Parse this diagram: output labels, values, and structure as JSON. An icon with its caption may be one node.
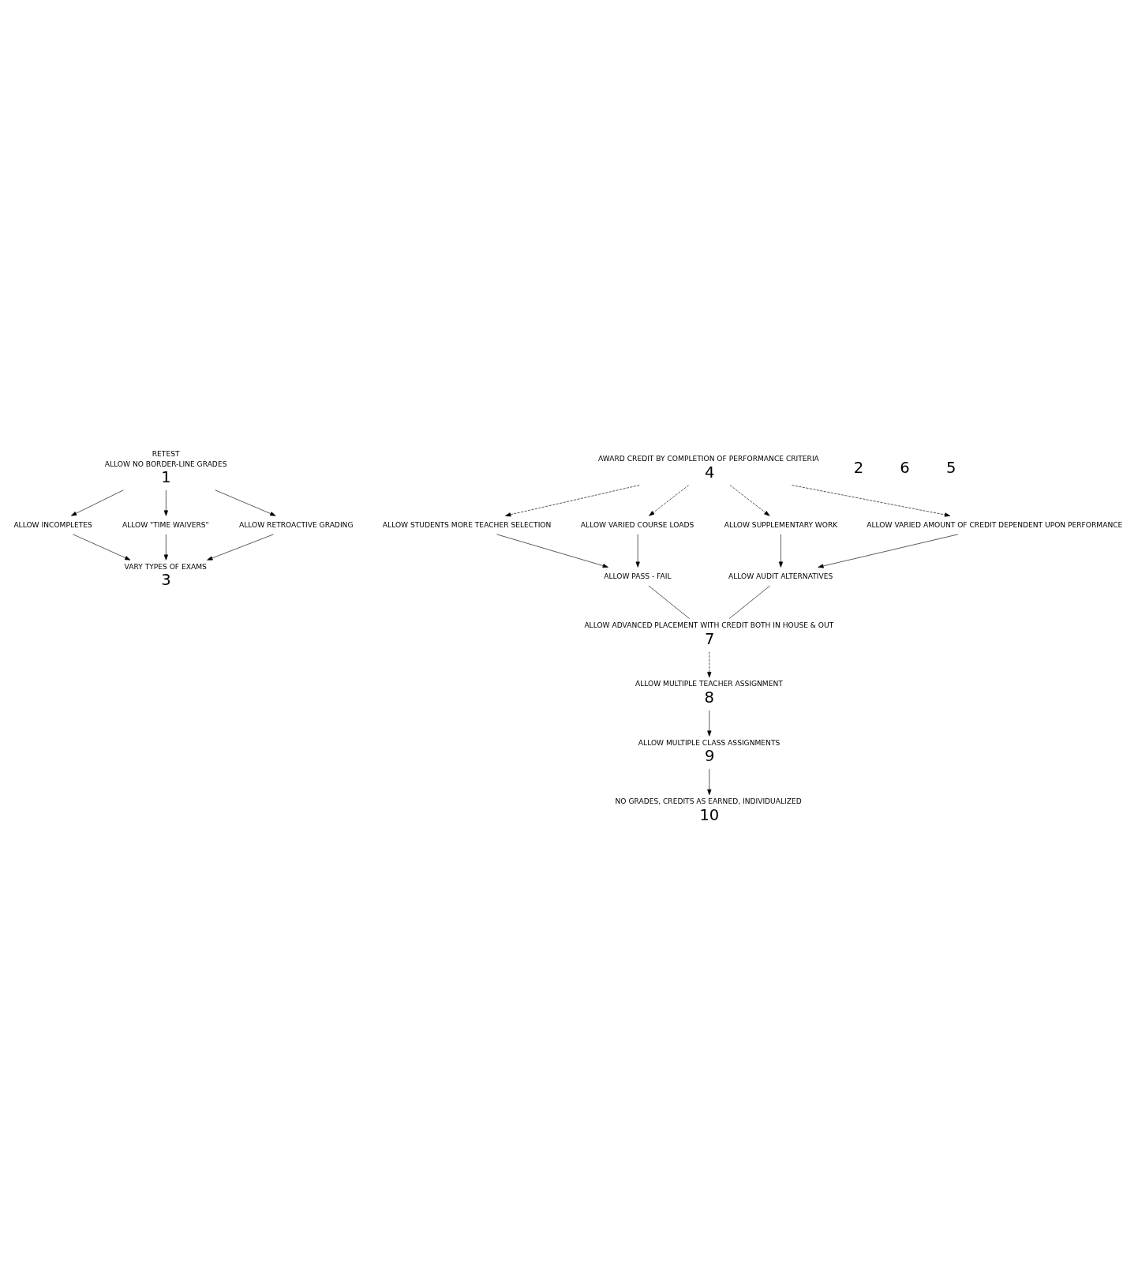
{
  "diagram": {
    "nodes": [
      {
        "text": [
          "RETEST",
          "ALLOW NO BORDER-LINE GRADES"
        ],
        "beside": [
          "1"
        ]
      },
      {
        "text": [
          "ALLOW INCOMPLETES"
        ]
      },
      {
        "text": [
          "ALLOW \"TIME WAIVERS\""
        ]
      },
      {
        "text": [
          "ALLOW RETROACTIVE GRADING"
        ]
      },
      {
        "text": [
          "VARY TYPES OF EXAMS"
        ],
        "beside": [
          "3"
        ]
      },
      {
        "text": [
          "AWARD CREDIT BY COMPLETION OF PERFORMANCE CRITERIA"
        ],
        "beside": [
          "4"
        ]
      },
      {
        "text": [
          "ALLOW STUDENTS MORE TEACHER SELECTION"
        ]
      },
      {
        "text": [
          "ALLOW VARIED COURSE LOADS"
        ]
      },
      {
        "text": [
          "ALLOW SUPPLEMENTARY WORK"
        ]
      },
      {
        "text": [
          "ALLOW VARIED AMOUNT OF CREDIT DEPENDENT UPON PERFORMANCE"
        ]
      },
      {
        "text": [
          "ALLOW PASS - FAIL"
        ]
      },
      {
        "text": [
          "ALLOW AUDIT ALTERNATIVES"
        ]
      },
      {
        "text": [
          "ALLOW ADVANCED PLACEMENT WITH CREDIT BOTH IN HOUSE & OUT"
        ],
        "beside": [
          "7"
        ]
      },
      {
        "text": [
          "ALLOW MULTIPLE TEACHER ASSIGNMENT"
        ],
        "beside": [
          "8"
        ]
      },
      {
        "text": [
          "ALLOW MULTIPLE CLASS ASSIGNMENTS"
        ],
        "beside": [
          "9"
        ]
      },
      {
        "text": [
          "NO GRADES, CREDITS AS EARNED, INDIVIDUALIZED"
        ],
        "beside": [
          "10"
        ]
      }
    ],
    "edges": [
      {
        "from": 0,
        "to": 1,
        "arrow": "to"
      },
      {
        "from": 0,
        "to": 2,
        "arrow": "to"
      },
      {
        "from": 0,
        "to": 3,
        "arrow": "to"
      },
      {
        "from": 1,
        "to": 4,
        "arrow": "to"
      },
      {
        "from": 2,
        "to": 4,
        "arrow": "to"
      },
      {
        "from": 3,
        "to": 4,
        "arrow": "to"
      },
      {
        "from": 5,
        "to": 6,
        "arrow": "to",
        "style": "dashed"
      },
      {
        "from": 5,
        "to": 7,
        "arrow": "to",
        "style": "dashed"
      },
      {
        "from": 5,
        "to": 8,
        "arrow": "to",
        "style": "dashed"
      },
      {
        "from": 5,
        "to": 9,
        "arrow": "to",
        "style": "dashed"
      },
      {
        "from": 6,
        "to": 10,
        "arrow": "to"
      },
      {
        "from": 7,
        "to": 10,
        "arrow": "to"
      },
      {
        "from": 8,
        "to": 11,
        "arrow": "to"
      },
      {
        "from": 9,
        "to": 11,
        "arrow": "to"
      },
      {
        "from": 10,
        "to": 12,
        "arrow": "none"
      },
      {
        "from": 11,
        "to": 12,
        "arrow": "none"
      },
      {
        "from": 12,
        "to": 13,
        "arrow": "to",
        "style": "dashed"
      },
      {
        "from": 13,
        "to": 14,
        "arrow": "to"
      },
      {
        "from": 14,
        "to": 15,
        "arrow": "to"
      }
    ],
    "labels": [
      "2",
      "6",
      "5"
    ]
  }
}
